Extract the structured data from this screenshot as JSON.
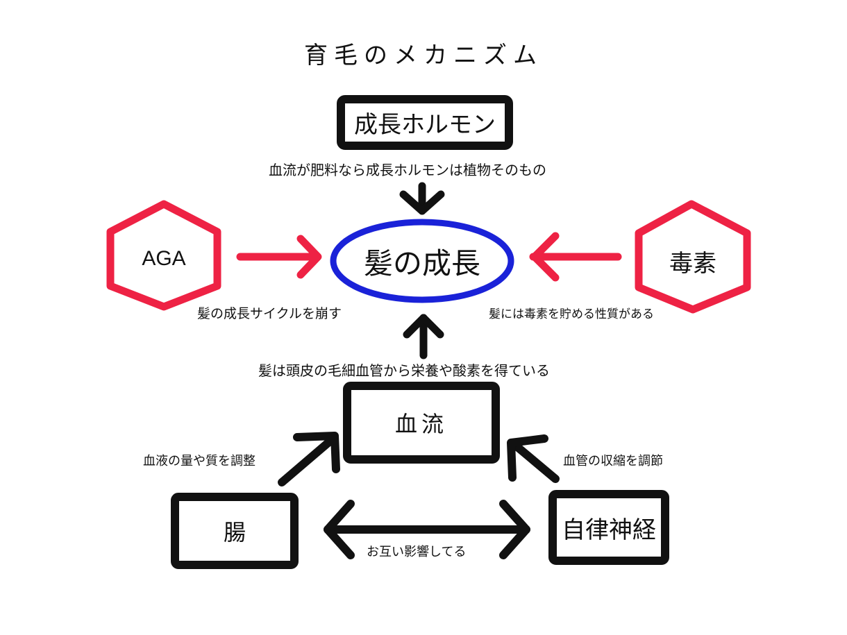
{
  "title": "育毛のメカニズム",
  "colors": {
    "ink": "#111111",
    "accent_red": "#ee2244",
    "accent_blue": "#1a22d8",
    "background": "#ffffff"
  },
  "nodes": {
    "growth_hormone": {
      "label": "成長ホルモン",
      "shape": "rectangle"
    },
    "hair_growth": {
      "label": "髪の成長",
      "shape": "ellipse"
    },
    "aga": {
      "label": "AGA",
      "shape": "hexagon"
    },
    "toxins": {
      "label": "毒素",
      "shape": "hexagon"
    },
    "blood_flow": {
      "label": "血流",
      "shape": "rectangle"
    },
    "intestine": {
      "label": "腸",
      "shape": "rectangle"
    },
    "autonomic_nerve": {
      "label": "自律神経",
      "shape": "rectangle"
    }
  },
  "edges": [
    {
      "from": "growth_hormone",
      "to": "hair_growth",
      "label": "血流が肥料なら成長ホルモンは植物そのもの",
      "color": "ink"
    },
    {
      "from": "aga",
      "to": "hair_growth",
      "label": "髪の成長サイクルを崩す",
      "color": "accent_red"
    },
    {
      "from": "toxins",
      "to": "hair_growth",
      "label": "髪には毒素を貯める性質がある",
      "color": "accent_red"
    },
    {
      "from": "blood_flow",
      "to": "hair_growth",
      "label": "髪は頭皮の毛細血管から栄養や酸素を得ている",
      "color": "ink"
    },
    {
      "from": "intestine",
      "to": "blood_flow",
      "label": "血液の量や質を調整",
      "color": "ink"
    },
    {
      "from": "autonomic_nerve",
      "to": "blood_flow",
      "label": "血管の収縮を調節",
      "color": "ink"
    },
    {
      "from": "intestine",
      "to": "autonomic_nerve",
      "label": "お互い影響してる",
      "color": "ink",
      "bidirectional": true
    }
  ]
}
